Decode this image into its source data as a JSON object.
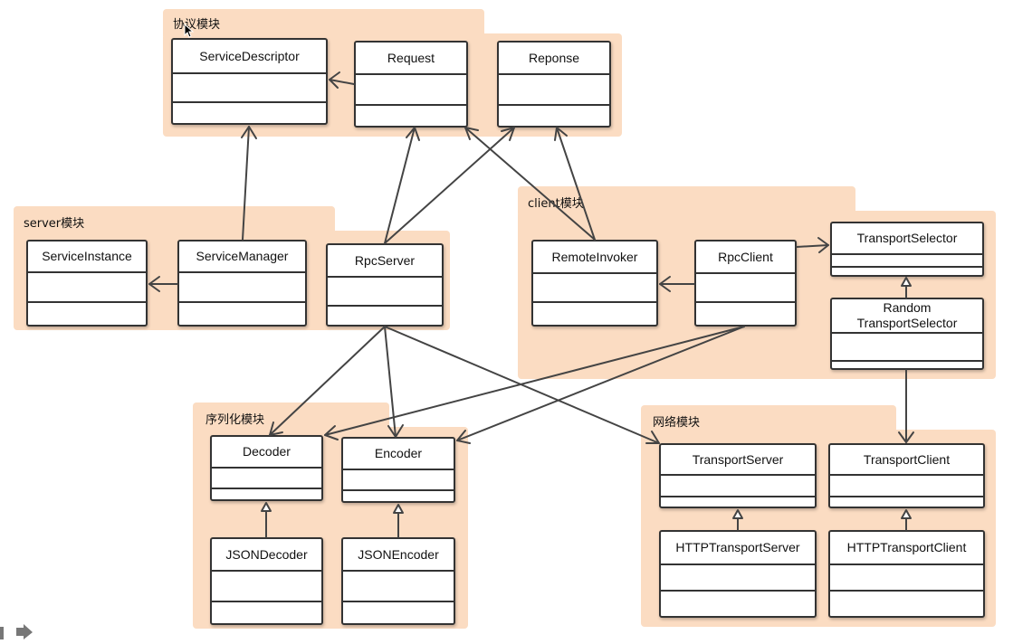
{
  "packages": {
    "protocol": {
      "title": "协议模块"
    },
    "server": {
      "title": "server模块"
    },
    "client": {
      "title": "client模块"
    },
    "codec": {
      "title": "序列化模块"
    },
    "network": {
      "title": "网络模块"
    }
  },
  "classes": {
    "service_descriptor": "ServiceDescriptor",
    "request": "Request",
    "reponse": "Reponse",
    "service_instance": "ServiceInstance",
    "service_manager": "ServiceManager",
    "rpc_server": "RpcServer",
    "remote_invoker": "RemoteInvoker",
    "rpc_client": "RpcClient",
    "transport_selector": "TransportSelector",
    "random_transport_selector": "Random\nTransportSelector",
    "decoder": "Decoder",
    "encoder": "Encoder",
    "json_decoder": "JSONDecoder",
    "json_encoder": "JSONEncoder",
    "transport_server": "TransportServer",
    "transport_client": "TransportClient",
    "http_transport_server": "HTTPTransportServer",
    "http_transport_client": "HTTPTransportClient"
  },
  "associations": [
    {
      "from": "request",
      "to": "service_descriptor"
    },
    {
      "from": "service_manager",
      "to": "service_descriptor"
    },
    {
      "from": "service_manager",
      "to": "service_instance"
    },
    {
      "from": "rpc_server",
      "to": "request"
    },
    {
      "from": "rpc_server",
      "to": "reponse"
    },
    {
      "from": "remote_invoker",
      "to": "request"
    },
    {
      "from": "remote_invoker",
      "to": "reponse"
    },
    {
      "from": "rpc_client",
      "to": "remote_invoker"
    },
    {
      "from": "rpc_client",
      "to": "transport_selector"
    },
    {
      "from": "rpc_server",
      "to": "decoder"
    },
    {
      "from": "rpc_server",
      "to": "encoder"
    },
    {
      "from": "rpc_server",
      "to": "transport_server"
    },
    {
      "from": "rpc_client",
      "to": "decoder"
    },
    {
      "from": "rpc_client",
      "to": "encoder"
    },
    {
      "from": "random_transport_selector",
      "to": "transport_client"
    }
  ],
  "generalizations": [
    {
      "from": "random_transport_selector",
      "to": "transport_selector"
    },
    {
      "from": "json_decoder",
      "to": "decoder"
    },
    {
      "from": "json_encoder",
      "to": "encoder"
    },
    {
      "from": "http_transport_server",
      "to": "transport_server"
    },
    {
      "from": "http_transport_client",
      "to": "transport_client"
    }
  ],
  "colors": {
    "package_fill": "#fbdcc2",
    "class_border": "#333333",
    "arrow": "#444444"
  },
  "icons": [
    "mouse-pointer-icon",
    "play-icon",
    "media-control-icon"
  ]
}
